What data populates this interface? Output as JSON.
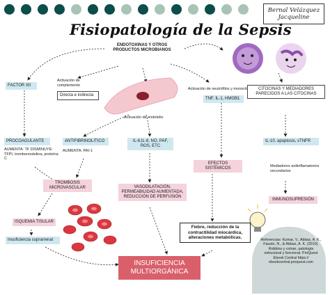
{
  "header": {
    "title": "Fisiopatología de la Sepsis",
    "author_line1": "Bernal Velázquez",
    "author_line2": "Jacqueline",
    "dot_colors": [
      "#0d4d4a",
      "#0d4d4a",
      "#0d4d4a",
      "#0d4d4a",
      "#a9c4b6",
      "#0d4d4a",
      "#0d4d4a",
      "#a9c4b6",
      "#0d4d4a",
      "#a9c4b6",
      "#0d4d4a",
      "#a9c4b6",
      "#0d4d4a",
      "#a9c4b6",
      "#a9c4b6"
    ]
  },
  "top": {
    "endotoxinas": "ENDOTOXINAS Y OTROS PRODUCTOS MICROBIANOS",
    "activacion_complemento": "Activación de complemento",
    "directa": "Directa e indirecta",
    "activacion_endotelio": "Activación de endotelio",
    "activacion_neutrofilos": "Activación de neutrófilos y monocitos",
    "tnf": "TNF, IL-1, HMGB1",
    "citocinas": "CITOCINAS Y MEDIADORES PARECIDOS A LAS CITOCINAS"
  },
  "left": {
    "factor_xii": "FACTOR XII",
    "procoagulante": "PROCOAGULANTE",
    "procoag_detail": "AUMENTA: TF DISMINUYE: TFPI, trombomodulina, proteína C",
    "antifibrinolitico": "ANTIFIBRINOLITICO",
    "antifib_detail": "AUMENTA: PAI-1",
    "trombosis": "TROMBOSIS MICROVASCULAR",
    "isquemia": "ISQUEMIA TISULAR",
    "insuficiencia_suprarrenal": "Insuficiencia suprarrenal"
  },
  "middle": {
    "il6": "IL-6,IL-8, NO, PAF, ROS, ETC",
    "vasodilatacion": "VASODILATACIÓN, PERMEABILIDAD AUMENTADA, REDUCCIÓN DE PERFUSIÓN",
    "efectos": "EFECTOS SISTÉMICOS",
    "fiebre": "Fiebre, reducción de la contractilidad miocárdica, alteraciones metabólicas.",
    "final": "INSUFICIENCIA MULTIORGÁNICA"
  },
  "right": {
    "il10": "IL-10, apoptosis, sTNFR",
    "mediadores": "Mediadores antiinflamatorios secundarios",
    "inmunosupresion": "INMUNOSUPRESIÓN",
    "referencias": "Referencias: Kumar, V., Abbas, A. K., Fausto, N., & Abbas, A. K. (2010). Robbins y cotran. patología estructural y funcional. ProQuest Ebook Central https:// ebookcentral.proquest.com"
  },
  "colors": {
    "blue_box": "#cfe8ef",
    "pink_box": "#f4d3dc",
    "final_box": "#d9606b",
    "dark_teal": "#0d4d4a",
    "red_cell": "#d9383f",
    "purple_cell": "#8a4ea8"
  },
  "icons": [
    "bacteria-cell-icon",
    "neutrophil-cell-icon",
    "lightbulb-icon",
    "red-blood-cells-icon",
    "endothelial-cell-icon"
  ]
}
